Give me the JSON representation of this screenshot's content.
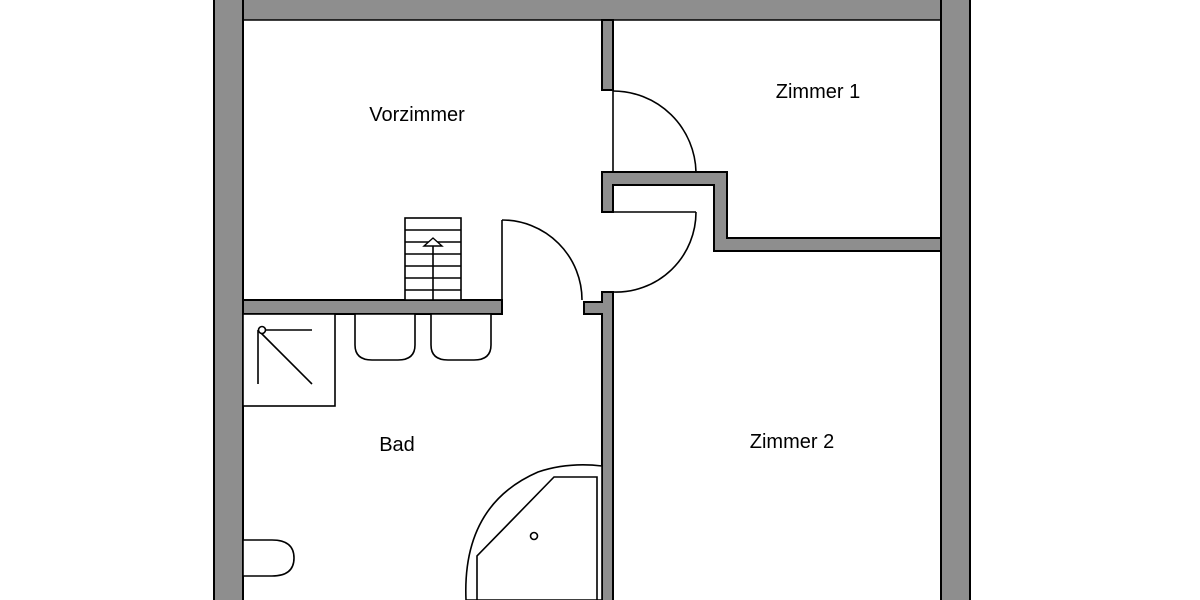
{
  "plan": {
    "wall_color": "#8e8e8e",
    "line_color": "#000000",
    "background": "#ffffff",
    "rooms": {
      "vorzimmer": "Vorzimmer",
      "zimmer1": "Zimmer 1",
      "bad": "Bad",
      "zimmer2": "Zimmer 2"
    }
  }
}
